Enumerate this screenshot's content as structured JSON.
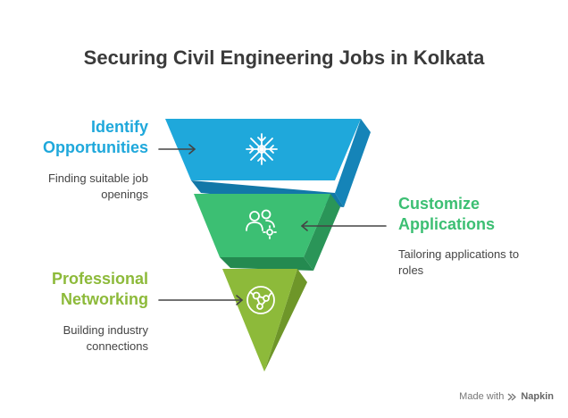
{
  "title": "Securing Civil Engineering Jobs in Kolkata",
  "stages": [
    {
      "heading_line1": "Identify",
      "heading_line2": "Opportunities",
      "desc_line1": "Finding suitable job",
      "desc_line2": "openings",
      "color": "#1fa8db",
      "icon": "snowflake-network-icon"
    },
    {
      "heading_line1": "Customize",
      "heading_line2": "Applications",
      "desc_line1": "Tailoring applications to",
      "desc_line2": "roles",
      "color": "#3cbf73",
      "icon": "users-gear-icon"
    },
    {
      "heading_line1": "Professional",
      "heading_line2": "Networking",
      "desc_line1": "Building industry",
      "desc_line2": "connections",
      "color": "#8dba3a",
      "icon": "globe-network-icon"
    }
  ],
  "footer": {
    "made_with": "Made with",
    "brand": "Napkin"
  }
}
